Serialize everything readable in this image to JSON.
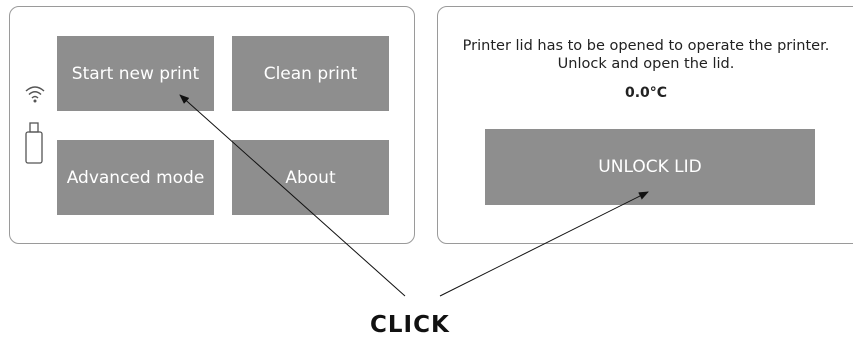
{
  "left_panel": {
    "buttons": {
      "start_new_print": "Start new print",
      "clean_print": "Clean print",
      "advanced_mode": "Advanced mode",
      "about": "About"
    },
    "icons": [
      "wifi-icon",
      "usb-drive-icon"
    ]
  },
  "right_panel": {
    "message_line1": "Printer lid has to be opened to operate the printer.",
    "message_line2": "Unlock and open the lid.",
    "temperature": "0.0°C",
    "unlock_button": "UNLOCK LID"
  },
  "annotation": {
    "label": "CLICK"
  },
  "colors": {
    "tile": "#8e8e8e",
    "tile_text": "#ffffff",
    "panel_border": "#9a9a9a"
  }
}
